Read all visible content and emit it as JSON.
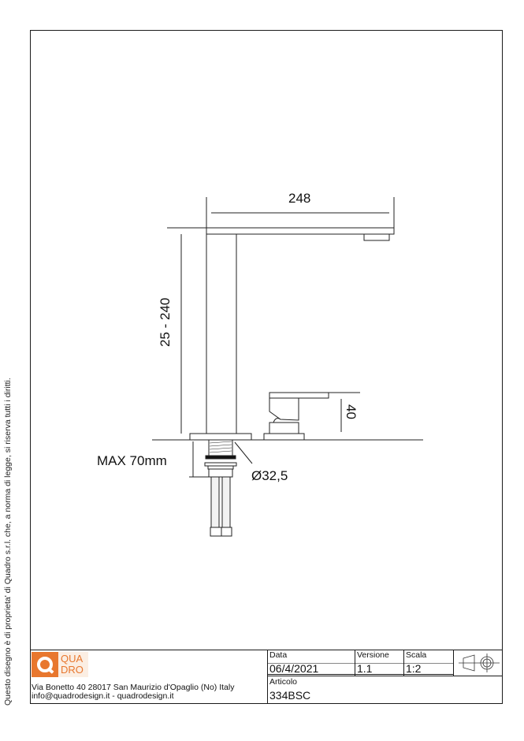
{
  "copyright_note": "Questo disegno è di proprieta' di Quadro s.r.l. che, a norma di legge, si riserva tutti i diritti.",
  "drawing": {
    "dimensions": {
      "spout_length": "248",
      "height_range": "25 - 240",
      "handle_height": "40",
      "max_thickness": "MAX 70mm",
      "hole_diameter": "Ø32,5"
    }
  },
  "title_block": {
    "logo": {
      "line1": "QUA",
      "line2": "DRO",
      "brand_color": "#e8772e"
    },
    "address_line1": "Via Bonetto 40  28017 San Maurizio d'Opaglio (No) Italy",
    "address_line2": "info@quadrodesign.it  -  quadrodesign.it",
    "date_label": "Data",
    "date_value": "06/4/2021",
    "version_label": "Versione",
    "version_value": "1.1",
    "scale_label": "Scala",
    "scale_value": "1:2",
    "article_label": "Articolo",
    "article_value": "334BSC",
    "projection_symbol": "third-angle-projection-icon"
  }
}
